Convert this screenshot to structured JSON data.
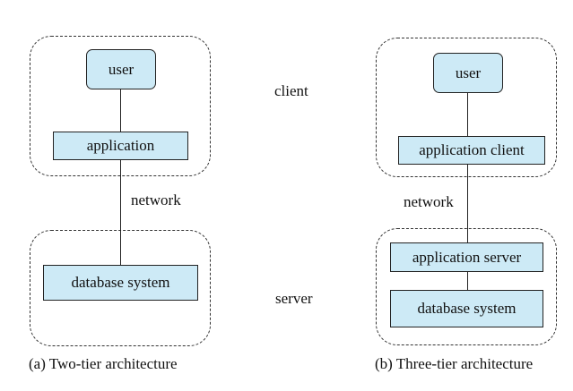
{
  "labels": {
    "client": "client",
    "server": "server"
  },
  "two_tier": {
    "user": "user",
    "application": "application",
    "network": "network",
    "database": "database system",
    "caption": "(a) Two-tier architecture"
  },
  "three_tier": {
    "user": "user",
    "application_client": "application client",
    "network": "network",
    "application_server": "application server",
    "database": "database system",
    "caption": "(b) Three-tier architecture"
  },
  "colors": {
    "node_fill": "#cdeaf6",
    "stroke": "#222222"
  }
}
